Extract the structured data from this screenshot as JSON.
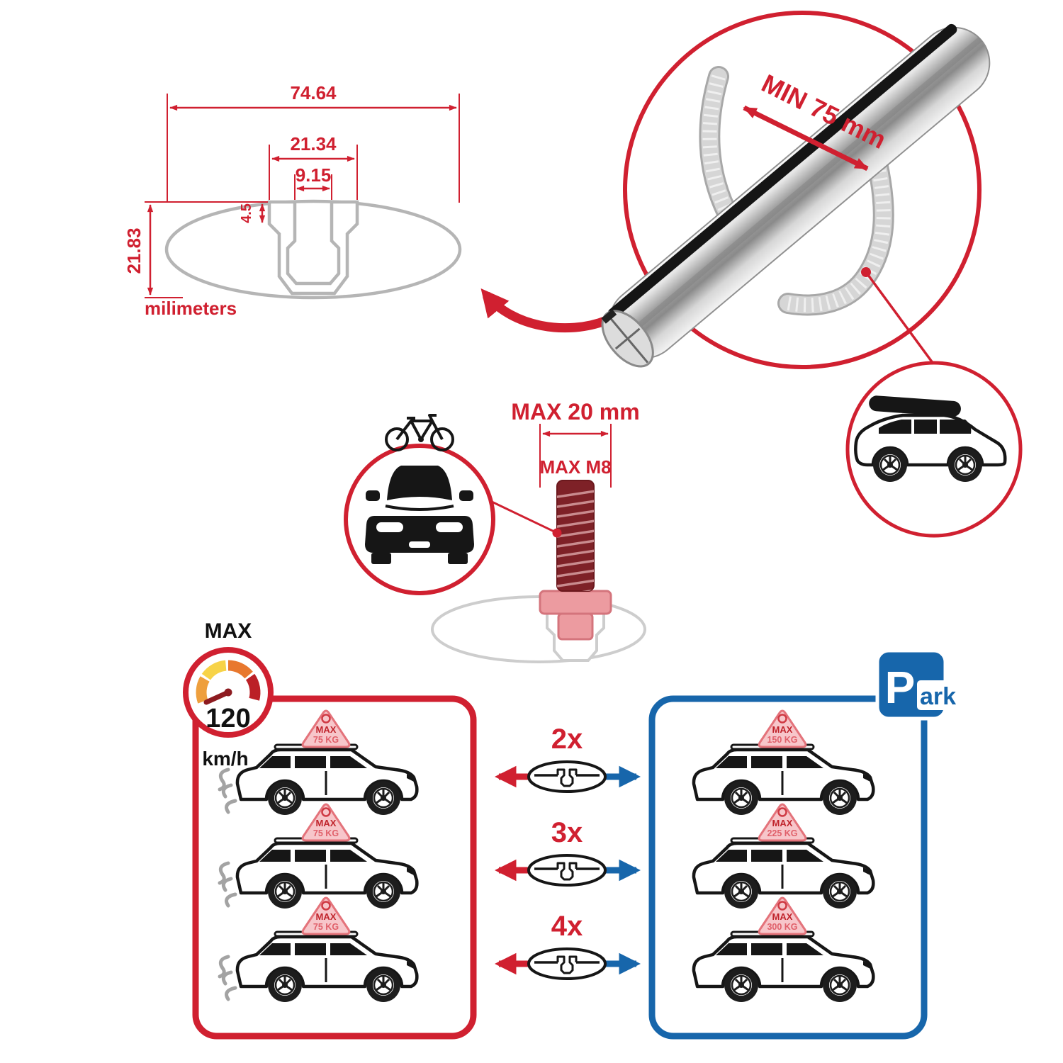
{
  "colors": {
    "red": "#d02030",
    "blue": "#1766ab",
    "pink_fill": "#f7c6ca",
    "pink_stroke": "#e4737b",
    "faded_gray": "#cdcdcd",
    "profile_gray": "#b5b5b5"
  },
  "cross_section": {
    "outer_width": "74.64",
    "tab_width": "21.34",
    "slot_width": "9.15",
    "tab_height": "4.5",
    "profile_height": "21.83",
    "unit_label": "milimeters"
  },
  "bar_detail": {
    "clamp_min_label": "MIN 75 mm"
  },
  "bolt": {
    "width_label": "MAX 20 mm",
    "thread_label": "MAX M8"
  },
  "speedometer": {
    "title": "MAX",
    "value": "120",
    "unit": "km/h"
  },
  "driving_zone": {
    "cars": [
      {
        "sign_title": "MAX",
        "sign_weight": "75 KG"
      },
      {
        "sign_title": "MAX",
        "sign_weight": "75 KG"
      },
      {
        "sign_title": "MAX",
        "sign_weight": "75 KG"
      }
    ]
  },
  "parked_zone": {
    "cars": [
      {
        "sign_title": "MAX",
        "sign_weight": "150 KG"
      },
      {
        "sign_title": "MAX",
        "sign_weight": "225 KG"
      },
      {
        "sign_title": "MAX",
        "sign_weight": "300 KG"
      }
    ]
  },
  "quantities": {
    "rows": [
      {
        "label": "2x"
      },
      {
        "label": "3x"
      },
      {
        "label": "4x"
      }
    ]
  },
  "park_sign": {
    "letter": "P",
    "rest": "ark"
  }
}
